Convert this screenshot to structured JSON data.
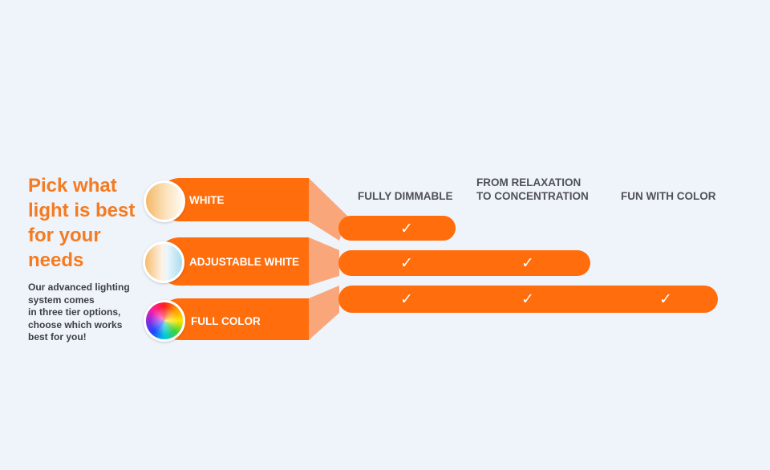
{
  "headline": [
    "Pick what",
    "light is best",
    "for your",
    "needs"
  ],
  "description": [
    "Our advanced lighting",
    "system comes",
    "in three tier options,",
    "choose which works",
    "best for you!"
  ],
  "columns": [
    {
      "lines": [
        "FULLY DIMMABLE"
      ]
    },
    {
      "lines": [
        "FROM RELAXATION",
        "TO CONCENTRATION"
      ]
    },
    {
      "lines": [
        "FUN WITH COLOR"
      ]
    }
  ],
  "tiers": [
    {
      "label": "WHITE",
      "swatch": "white-gradient",
      "features": [
        true,
        false,
        false
      ]
    },
    {
      "label": "ADJUSTABLE WHITE",
      "swatch": "adjustable-white-gradient",
      "features": [
        true,
        true,
        false
      ]
    },
    {
      "label": "FULL COLOR",
      "swatch": "color-wheel",
      "features": [
        true,
        true,
        true
      ]
    }
  ],
  "check_symbol": "✓",
  "colors": {
    "accent_orange": "#ff6d0c",
    "headline_orange": "#f47b20",
    "connector_peach": "#f9a77a",
    "background": "#eff3fa",
    "body_text": "#3d3f44",
    "column_text": "#4f5157"
  }
}
